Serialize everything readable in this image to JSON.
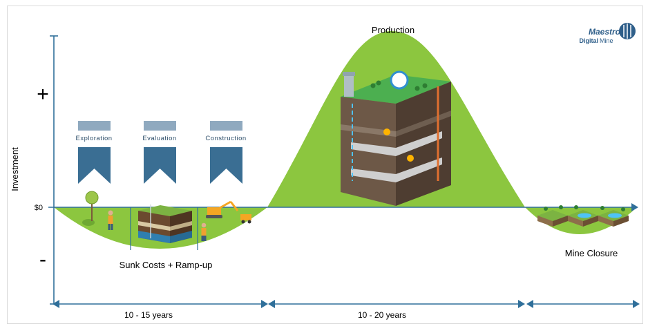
{
  "axis": {
    "y_label": "Investment",
    "plus": "+",
    "minus": "-",
    "zero": "$0"
  },
  "phases": {
    "exploration": "Exploration",
    "evaluation": "Evaluation",
    "construction": "Construction"
  },
  "labels": {
    "sunk_costs": "Sunk Costs + Ramp-up",
    "production": "Production",
    "mine_closure": "Mine Closure"
  },
  "durations": {
    "first": "10 - 15 years",
    "second": "10 - 20 years"
  },
  "logo": {
    "brand": "Maestro",
    "line2a": "Digital",
    "line2b": "Mine"
  },
  "colors": {
    "green": "#8cc63f",
    "axis_blue": "#2f6f9a",
    "banner_blue": "#3a6e93",
    "banner_light": "#8fa9bf"
  }
}
